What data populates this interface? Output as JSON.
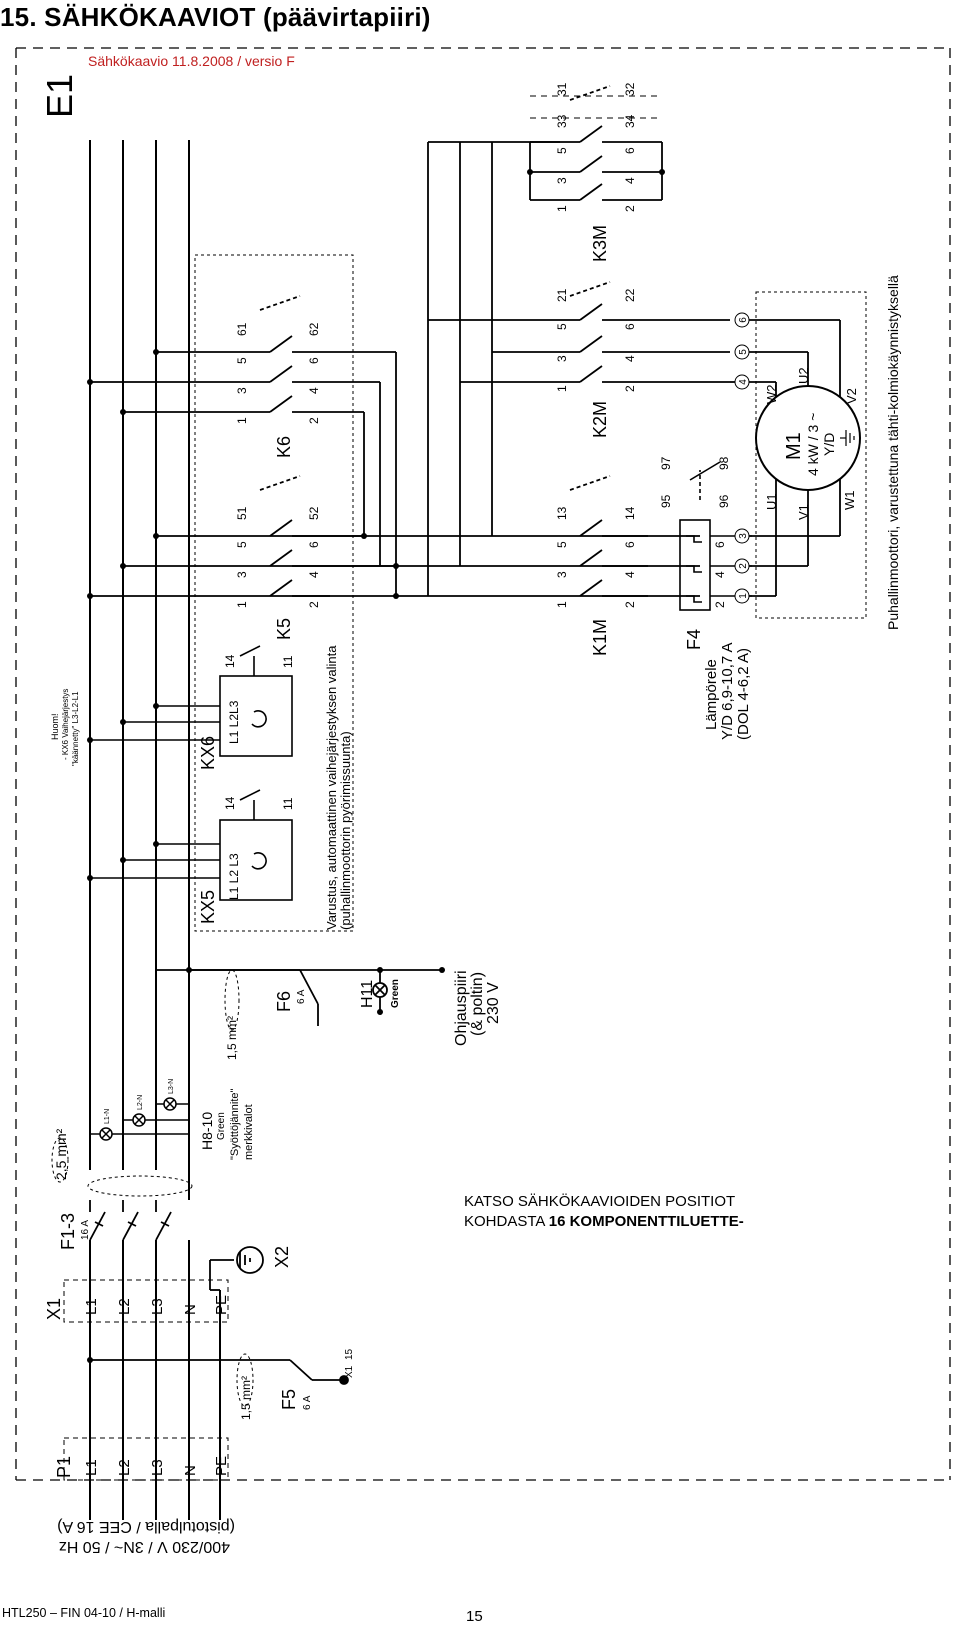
{
  "page": {
    "title": "15.  SÄHKÖKAAVIOT (päävirtapiiri)",
    "footer": "HTL250 – FIN 04-10 / H-malli",
    "page_number": "15"
  },
  "diagram": {
    "sheet_id": "E1",
    "version": "Sähkökaavio 11.8.2008 / versio F",
    "supply_label_1": "400/230 V / 3N~ / 50 Hz",
    "supply_label_2": "(pistotulpalla / CEE 16 A)",
    "p1": {
      "id": "P1",
      "terminals": [
        "L1",
        "L2",
        "L3",
        "N",
        "PE"
      ]
    },
    "x1": {
      "id": "X1",
      "terminals": [
        "L1",
        "L2",
        "L3",
        "N",
        "PE"
      ]
    },
    "f5": {
      "id": "F5",
      "rating": "6 A",
      "wire": "1,5 mm²",
      "target": "X1",
      "target_pin": "15"
    },
    "x2": {
      "id": "X2"
    },
    "f1": {
      "id": "F1-3",
      "rating": "16 A",
      "wire": "2,5 mm²"
    },
    "h8": {
      "id": "H8-10",
      "color": "Green",
      "desc_1": "\"Syöttöjännite\"",
      "desc_2": "merkkivalot",
      "lamps": [
        "L1-N",
        "L2-N",
        "L3-N"
      ]
    },
    "f6": {
      "id": "F6",
      "rating": "6 A",
      "wire": "1,5 mm²"
    },
    "h11": {
      "id": "H11",
      "color": "Green"
    },
    "control": {
      "line1": "Ohjauspiiri",
      "line2": "(& poltin)",
      "line3": "230 V"
    },
    "kx5": {
      "id": "KX5",
      "phases": "L1 L2 L3",
      "pin_a": "14",
      "pin_b": "11"
    },
    "kx6": {
      "id": "KX6",
      "phases": "L1 L2L3",
      "pin_a": "14",
      "pin_b": "11"
    },
    "kx_note": {
      "line1": "Huom!",
      "line2": "- KX6 Vaihejärjestys",
      "line3": "\"käännetty\" L3-L2-L1"
    },
    "option_box": {
      "line1": "Varustus, automaattinen vaihejärjestyksen valinta",
      "line2": "(puhallinmoottorin pyörimissuunta)"
    },
    "k5": {
      "id": "K5",
      "top": [
        "1",
        "3",
        "5",
        "51"
      ],
      "bottom": [
        "2",
        "4",
        "6",
        "52"
      ]
    },
    "k6": {
      "id": "K6",
      "top": [
        "1",
        "3",
        "5",
        "61"
      ],
      "bottom": [
        "2",
        "4",
        "6",
        "62"
      ]
    },
    "k1m": {
      "id": "K1M",
      "top": [
        "1",
        "3",
        "5",
        "13"
      ],
      "bottom": [
        "2",
        "4",
        "6",
        "14"
      ]
    },
    "k2m": {
      "id": "K2M",
      "top": [
        "1",
        "3",
        "5",
        "21"
      ],
      "bottom": [
        "2",
        "4",
        "6",
        "22"
      ]
    },
    "k3m": {
      "id": "K3M",
      "top": [
        "1",
        "3",
        "5",
        "33",
        "31"
      ],
      "bottom": [
        "2",
        "4",
        "6",
        "34",
        "32"
      ]
    },
    "f4": {
      "id": "F4",
      "desc_1": "Lämpörele",
      "desc_2": "Y/D 6,9-10,7 A",
      "desc_3": "(DOL 4-6,2 A)",
      "pins_top": [
        "95",
        "97"
      ],
      "pins_bottom": [
        "96",
        "98"
      ],
      "pins_out": [
        "2",
        "4",
        "6"
      ]
    },
    "terminals": [
      "1",
      "2",
      "3",
      "4",
      "5",
      "6"
    ],
    "m1": {
      "id": "M1",
      "power": "4 kW / 3 ~",
      "conn": "Y/D",
      "windings": [
        "U1",
        "V1",
        "W1",
        "W2",
        "U2",
        "V2"
      ],
      "desc": "Puhallinmoottori, varustettuna tähti-kolmiokäynnistyksellä"
    },
    "reference": {
      "line1": "KATSO SÄHKÖKAAVIOIDEN POSITIOT",
      "line2_prefix": "KOHDASTA ",
      "line2_bold": "16 KOMPONENTTILUETTE-"
    }
  }
}
